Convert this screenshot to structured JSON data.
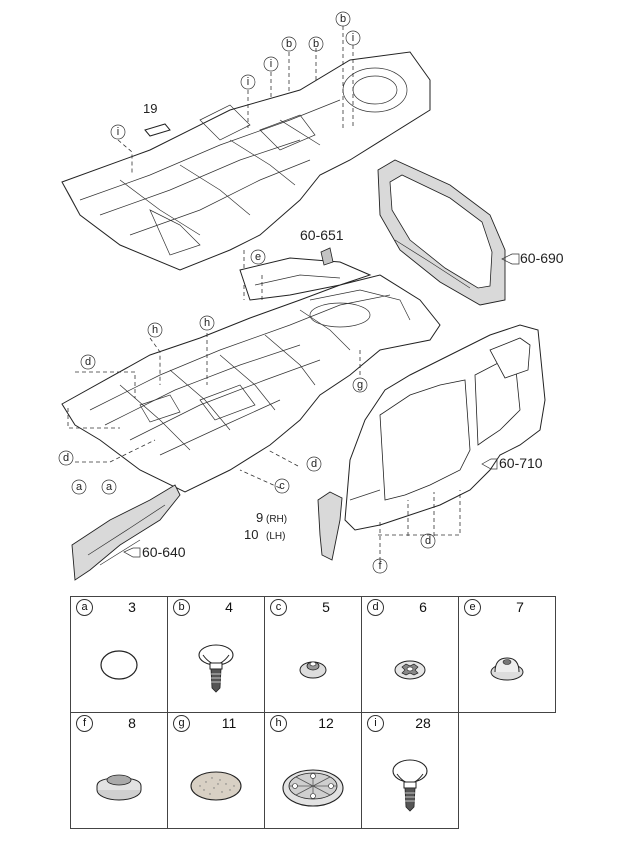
{
  "diagram": {
    "part_numbers": {
      "p19": "19",
      "p60_651": "60-651",
      "p60_690": "60-690",
      "p60_710": "60-710",
      "p60_640": "60-640",
      "p9": "9",
      "p9_side": "(RH)",
      "p10": "10",
      "p10_side": "(LH)"
    },
    "callouts": {
      "a1": "a",
      "a2": "a",
      "b1": "b",
      "b2": "b",
      "b3": "b",
      "c1": "c",
      "d1": "d",
      "d2": "d",
      "d3": "d",
      "d4": "d",
      "e1": "e",
      "f1": "f",
      "g1": "g",
      "h1": "h",
      "h2": "h",
      "i1": "i",
      "i2": "i",
      "i3": "i",
      "i4": "i"
    }
  },
  "legend": {
    "items": [
      {
        "letter": "a",
        "number": "3",
        "icon": "round-plug"
      },
      {
        "letter": "b",
        "number": "4",
        "icon": "push-clip"
      },
      {
        "letter": "c",
        "number": "5",
        "icon": "grommet-small"
      },
      {
        "letter": "d",
        "number": "6",
        "icon": "grommet-star"
      },
      {
        "letter": "e",
        "number": "7",
        "icon": "grommet-domed"
      },
      {
        "letter": "f",
        "number": "8",
        "icon": "plug-stepped"
      },
      {
        "letter": "g",
        "number": "11",
        "icon": "plug-textured"
      },
      {
        "letter": "h",
        "number": "12",
        "icon": "plug-large-ribbed"
      },
      {
        "letter": "i",
        "number": "28",
        "icon": "push-clip"
      }
    ]
  }
}
